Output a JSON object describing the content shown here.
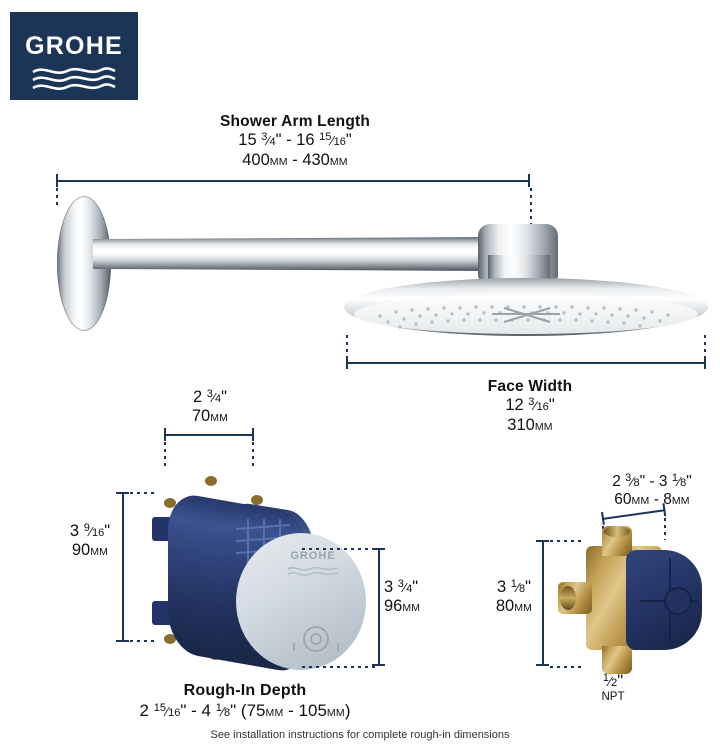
{
  "brand": {
    "name": "GROHE",
    "logo_bg": "#1c3557",
    "logo_icon": "waves-icon"
  },
  "colors": {
    "dimension_line": "#1d3456",
    "brass": "#c8a85c",
    "navy": "#2b3d72",
    "chrome": "#e8ebee",
    "text": "#111111"
  },
  "shower_arm": {
    "title": "Shower Arm Length",
    "inches_whole_1": "15",
    "inches_frac_1_num": "3",
    "inches_frac_1_den": "4",
    "inches_whole_2": "16",
    "inches_frac_2_num": "15",
    "inches_frac_2_den": "16",
    "inches_text": "15 3/4\" - 16 15/16\"",
    "mm_1": "400",
    "mm_2": "430",
    "mm_unit": "MM",
    "mm_text": "400MM - 430MM"
  },
  "face_width": {
    "title": "Face Width",
    "inches_whole": "12",
    "inches_frac_num": "3",
    "inches_frac_den": "16",
    "inches_text": "12 3/16\"",
    "mm": "310",
    "mm_unit": "MM",
    "mm_text": "310MM"
  },
  "valve_width": {
    "inches_whole": "2",
    "inches_frac_num": "3",
    "inches_frac_den": "4",
    "inches_text": "2 3/4\"",
    "mm": "70",
    "mm_unit": "MM"
  },
  "valve_height": {
    "inches_whole": "3",
    "inches_frac_num": "9",
    "inches_frac_den": "16",
    "inches_text": "3 9/16\"",
    "mm": "90",
    "mm_unit": "MM"
  },
  "valve_depth_right": {
    "inches_whole": "3",
    "inches_frac_num": "3",
    "inches_frac_den": "4",
    "inches_text": "3 3/4\"",
    "mm": "96",
    "mm_unit": "MM"
  },
  "rough_in": {
    "title": "Rough-In Depth",
    "range_whole_1": "2",
    "range_frac_1_num": "15",
    "range_frac_1_den": "16",
    "range_whole_2": "4",
    "range_frac_2_num": "1",
    "range_frac_2_den": "8",
    "mm_1": "75",
    "mm_2": "105",
    "mm_unit": "MM",
    "range_text": "2 15/16\" - 4 1/8\" (75MM - 105MM)",
    "footnote": "See installation instructions for complete rough-in dimensions"
  },
  "small_valve_width": {
    "inches_whole_1": "2",
    "inches_frac_1_num": "3",
    "inches_frac_1_den": "8",
    "inches_whole_2": "3",
    "inches_frac_2_num": "1",
    "inches_frac_2_den": "8",
    "inches_text": "2 3/8\" - 3 1/8\"",
    "mm_1": "60",
    "mm_2": "8",
    "mm_unit": "MM",
    "mm_text": "60MM - 8MM"
  },
  "small_valve_height": {
    "inches_whole": "3",
    "inches_frac_num": "1",
    "inches_frac_den": "8",
    "inches_text": "3 1/8\"",
    "mm": "80",
    "mm_unit": "MM"
  },
  "npt": {
    "size_num": "1",
    "size_den": "2",
    "size_text": "1/2\"",
    "standard": "NPT"
  },
  "cap_label": {
    "brand": "GROHE"
  }
}
